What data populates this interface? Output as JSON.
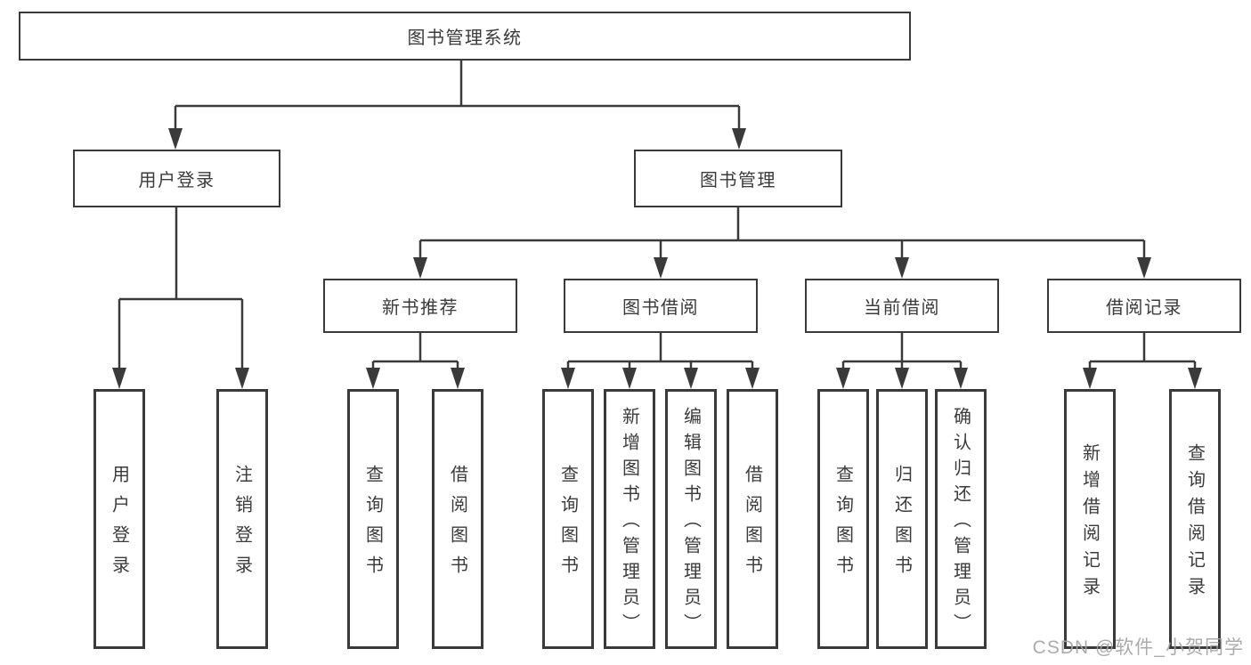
{
  "diagram": {
    "root": {
      "label": "图书管理系统"
    },
    "level2": [
      {
        "label": "用户登录"
      },
      {
        "label": "图书管理"
      }
    ],
    "level3": [
      {
        "label": "新书推荐"
      },
      {
        "label": "图书借阅"
      },
      {
        "label": "当前借阅"
      },
      {
        "label": "借阅记录"
      }
    ],
    "leaves": [
      {
        "label": "用户登录"
      },
      {
        "label": "注销登录"
      },
      {
        "label": "查询图书"
      },
      {
        "label": "借阅图书"
      },
      {
        "label": "查询图书"
      },
      {
        "label": "新增图书（管理员）"
      },
      {
        "label": "编辑图书（管理员）"
      },
      {
        "label": "借阅图书"
      },
      {
        "label": "查询图书"
      },
      {
        "label": "归还图书"
      },
      {
        "label": "确认归还（管理员）"
      },
      {
        "label": "新增借阅记录"
      },
      {
        "label": "查询借阅记录"
      }
    ]
  },
  "watermark": {
    "text": "CSDN @软件_小贺同学"
  },
  "colors": {
    "line": "#3a3a3a",
    "text": "#3b3b3b",
    "bg": "#ffffff",
    "watermark": "#a3a3a3"
  }
}
